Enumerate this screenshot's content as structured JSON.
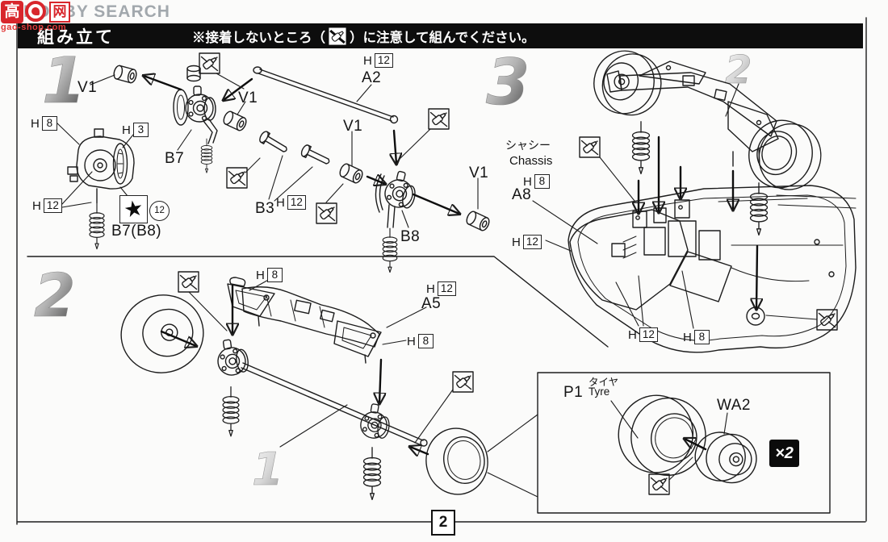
{
  "document": {
    "type": "model-kit-assembly-instruction-sheet"
  },
  "watermark": {
    "gao_char": "高",
    "wang_char": "网",
    "hobby_search": "HOBBY SEARCH",
    "site": "gao-shop.com"
  },
  "header": {
    "title": "組み立て",
    "notice_pre": "※接着しないところ（",
    "notice_post": "）に注意して組んでください。",
    "no_glue_icon": "crossed-glue-bottle"
  },
  "callouts": {
    "h_prefix": "H",
    "num_3": "3",
    "num_8": "8",
    "num_12": "12"
  },
  "steps": {
    "step1": {
      "numeral": "1",
      "v1": "V1",
      "a2": "A2",
      "b7": "B7",
      "b3": "B3",
      "b8": "B8",
      "b7b8": "B7(B8)",
      "star_symbol": "★",
      "star_number": "12"
    },
    "step2": {
      "numeral": "2",
      "a5": "A5",
      "from_step_numeral": "1"
    },
    "step3": {
      "numeral": "3",
      "from_step_numeral": "2",
      "chassis_jp": "シャシー",
      "chassis_en": "Chassis",
      "a8": "A8"
    }
  },
  "inset": {
    "p1": "P1",
    "tyre_jp": "タイヤ",
    "tyre_en": "Tyre",
    "wa2": "WA2",
    "quantity": "×2"
  },
  "footer": {
    "page_number": "2"
  },
  "icons": {
    "no_glue": "crossed-glue-bottle-do-not-cement"
  },
  "colors": {
    "ink": "#1c1c1c",
    "watermark_red": "#d8262c",
    "hobby_grey": "#a2a8ad",
    "shade_grey": "#cbcbcb"
  }
}
